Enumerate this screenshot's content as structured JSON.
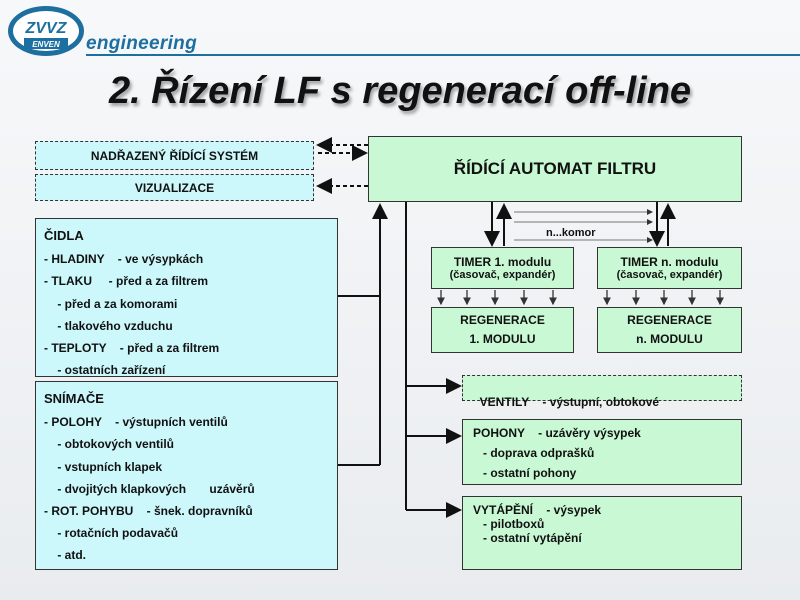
{
  "logo": {
    "brand_top": "ZVVZ",
    "brand_bottom": "ENVEN",
    "word": "engineering"
  },
  "title": "2. Řízení LF s regenerací off-line",
  "boxes": {
    "nadrazeny": "NADŘAZENÝ ŘÍDÍCÍ SYSTÉM",
    "vizualizace": "VIZUALIZACE",
    "automat": "ŘÍDÍCÍ AUTOMAT FILTRU",
    "timer1_line1": "TIMER 1. modulu",
    "timer1_line2": "(časovač, expandér)",
    "timern_line1": "TIMER n. modulu",
    "timern_line2": "(časovač, expandér)",
    "regen1_line1": "REGENERACE",
    "regen1_line2": "1. MODULU",
    "regenn_line1": "REGENERACE",
    "regenn_line2": "n. MODULU",
    "komor": "n...komor"
  },
  "cidla": {
    "header": "ČIDLA",
    "rows": [
      "- HLADINY    - ve výsypkách",
      "- TLAKU     - před a za filtrem",
      "    - před a za komorami",
      "    - tlakového vzduchu",
      "- TEPLOTY    - před a za filtrem",
      "    - ostatních zařízení"
    ]
  },
  "snimace": {
    "header": "SNÍMAČE",
    "rows": [
      "- POLOHY    - výstupních ventilů",
      "    - obtokových ventilů",
      "    - vstupních klapek",
      "    - dvojitých klapkových       uzávěrů",
      "- ROT. POHYBU    - šnek. dopravníků",
      "    - rotačních podavačů",
      "    - atd."
    ]
  },
  "ventily": {
    "text": "VENTILY    - výstupní, obtokové"
  },
  "pohony": {
    "rows": [
      "POHONY    - uzávěry výsypek",
      "   - doprava odprašků",
      "   - ostatní pohony"
    ]
  },
  "vytapeni": {
    "rows": [
      "VYTÁPĚNÍ    - výsypek",
      "",
      "   - pilotboxů",
      "",
      "   - ostatní vytápění"
    ]
  },
  "colors": {
    "cyan": "#ccf7fb",
    "green": "#c8f8d4",
    "brand": "#1d6fa0"
  }
}
